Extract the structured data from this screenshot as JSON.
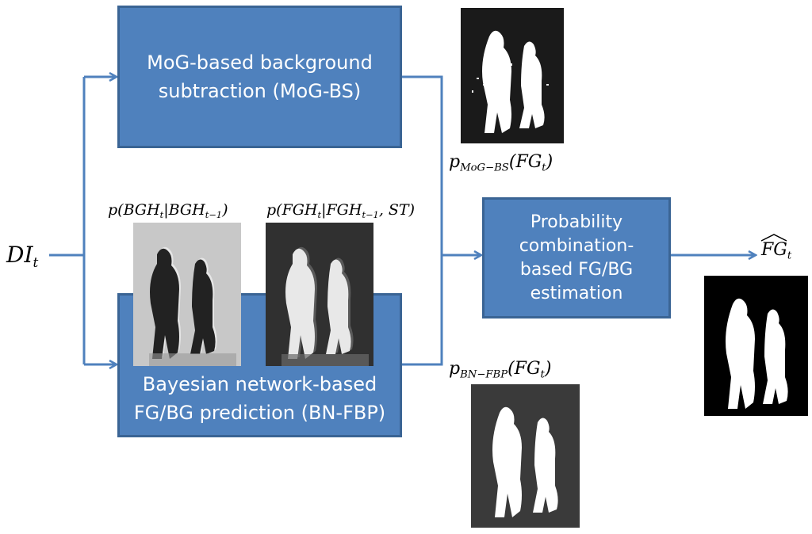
{
  "diagram": {
    "nodes": {
      "mog_bs": {
        "lines": [
          "MoG-based background",
          "subtraction (MoG-BS)"
        ]
      },
      "bn_fbp": {
        "lines": [
          "Bayesian network-based",
          "FG/BG prediction (BN-FBP)"
        ]
      },
      "prob_comb": {
        "lines": [
          "Probability",
          "combination-",
          "based FG/BG",
          "estimation"
        ]
      }
    },
    "labels": {
      "input": {
        "base": "DI",
        "sub": "t"
      },
      "p_bgh": {
        "pre": "p(BGH",
        "sub1": "t",
        "mid": "|BGH",
        "sub2": "t−1",
        "post": ")"
      },
      "p_fgh": {
        "pre": "p(FGH",
        "sub1": "t",
        "mid": "|FGH",
        "sub2": "t−1",
        "post": ", ST)"
      },
      "p_mog": {
        "base": "p",
        "sub": "MoG−BS",
        "mid": "(FG",
        "sub2": "t",
        "post": ")"
      },
      "p_bn": {
        "base": "p",
        "sub": "BN−FBP",
        "mid": "(FG",
        "sub2": "t",
        "post": ")"
      },
      "output": {
        "base": "FG",
        "sub": "t"
      }
    },
    "colors": {
      "box_fill": "#4f81bd",
      "box_border": "#3a6494",
      "arrow": "#4f81bd",
      "mask_light_bg": "#c8c8c8",
      "mask_dark_bg": "#303030"
    },
    "icons": [
      "silhouette-mask-mog",
      "silhouette-mask-bgh",
      "silhouette-mask-fgh",
      "silhouette-mask-bn",
      "silhouette-mask-output"
    ]
  }
}
